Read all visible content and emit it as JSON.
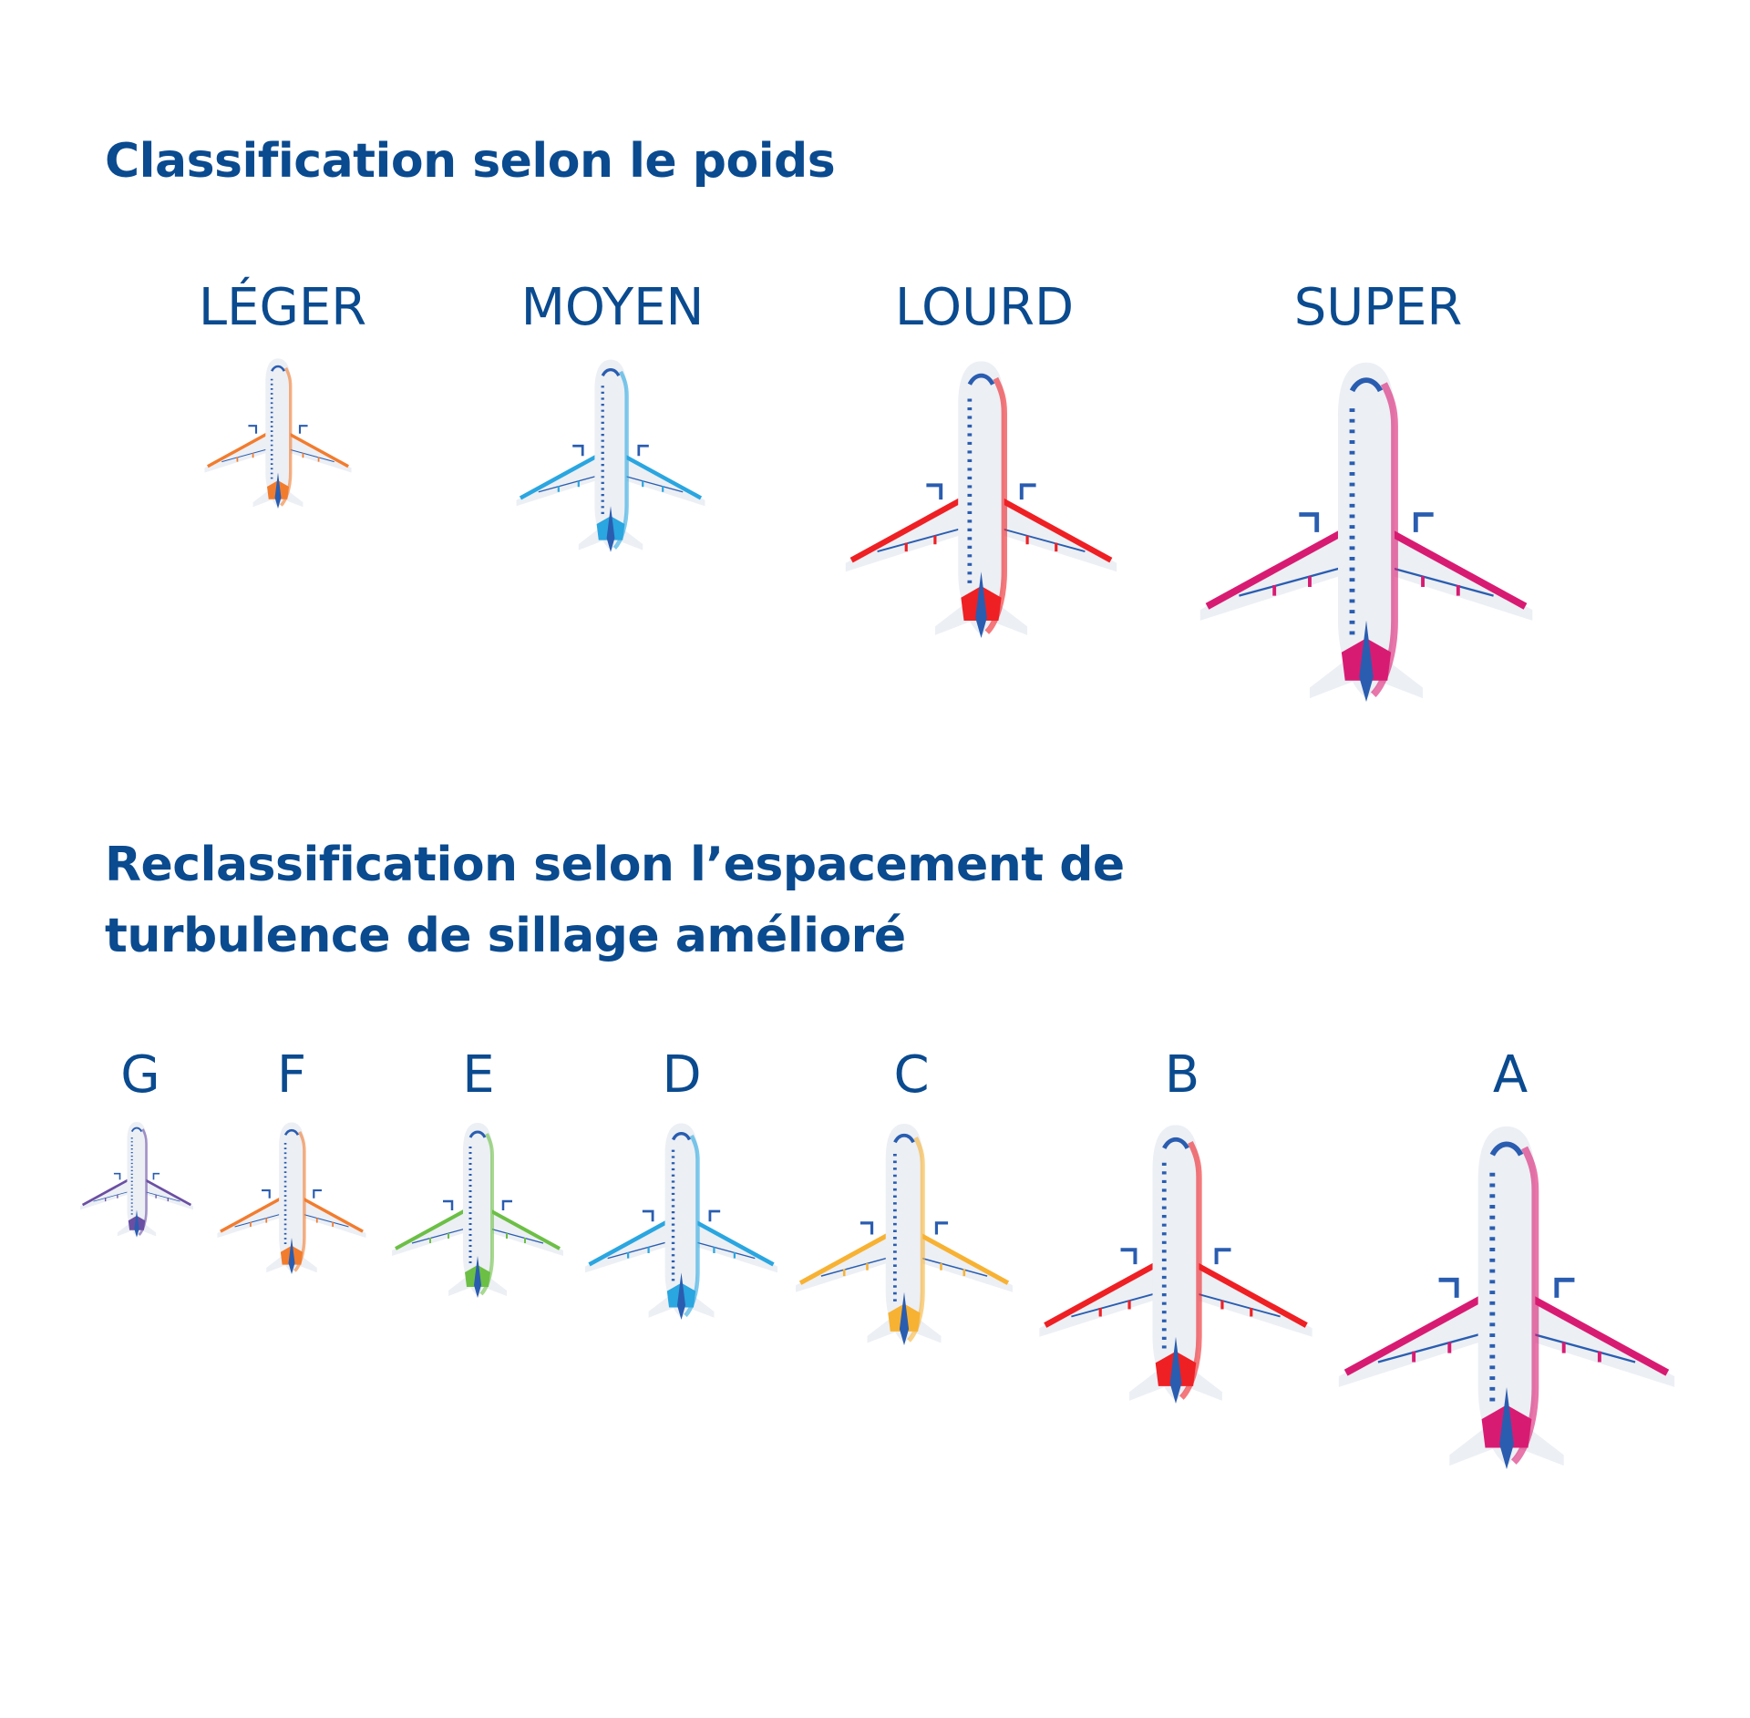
{
  "weight_section": {
    "title": "Classification selon le poids",
    "categories": [
      {
        "label": "LÉGER",
        "color": "#f27c2e"
      },
      {
        "label": "MOYEN",
        "color": "#2aa6e0"
      },
      {
        "label": "LOURD",
        "color": "#ee2024"
      },
      {
        "label": "SUPER",
        "color": "#d81b72"
      }
    ]
  },
  "recat_section": {
    "title_line1": "Reclassification selon l’espacement de",
    "title_line2": "turbulence de sillage amélioré",
    "categories": [
      {
        "label": "G",
        "color": "#6b4fa3"
      },
      {
        "label": "F",
        "color": "#f27c2e"
      },
      {
        "label": "E",
        "color": "#6cbf45"
      },
      {
        "label": "D",
        "color": "#2aa6e0"
      },
      {
        "label": "C",
        "color": "#f7b233"
      },
      {
        "label": "B",
        "color": "#ee2024"
      },
      {
        "label": "A",
        "color": "#d81b72"
      }
    ]
  },
  "colors": {
    "title": "#0a4a8f",
    "fuselage": "#eceff4",
    "detail": "#2a5db0"
  }
}
